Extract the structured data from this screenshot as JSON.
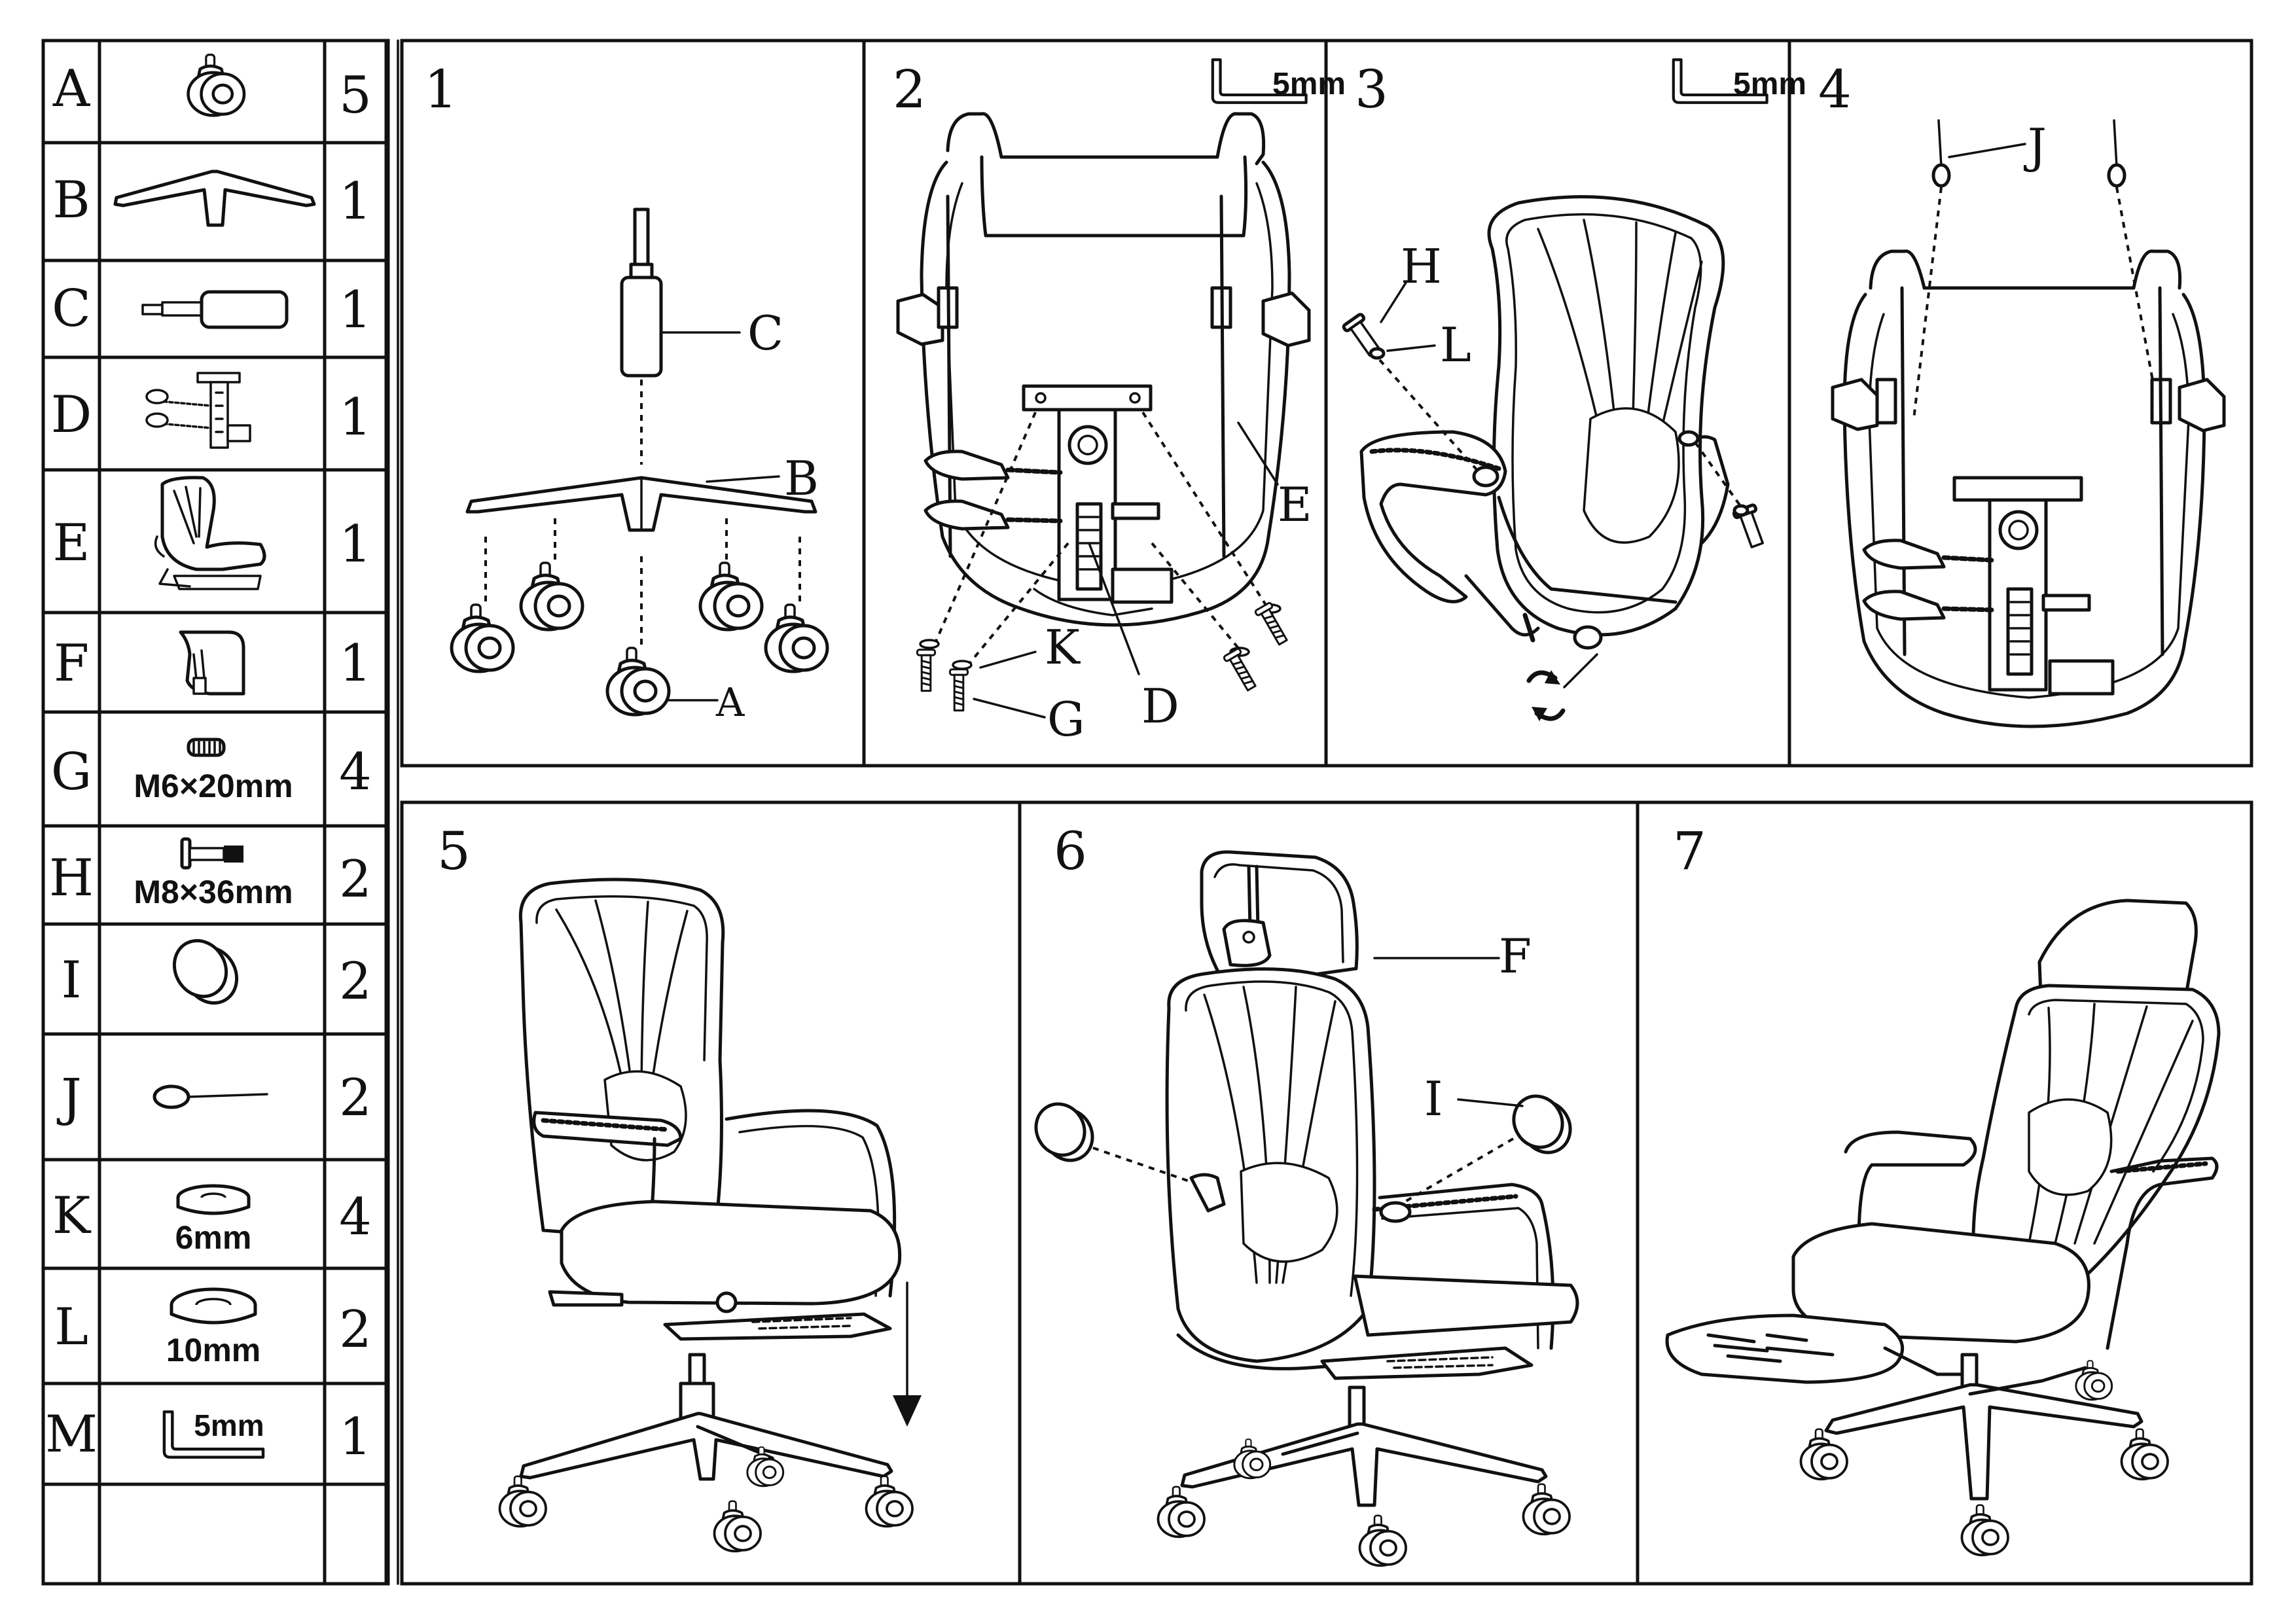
{
  "parts": [
    {
      "letter": "A",
      "qty": "5",
      "icon": "caster-wheel-icon",
      "spec": ""
    },
    {
      "letter": "B",
      "qty": "1",
      "icon": "chair-base-icon",
      "spec": ""
    },
    {
      "letter": "C",
      "qty": "1",
      "icon": "gas-cylinder-icon",
      "spec": ""
    },
    {
      "letter": "D",
      "qty": "1",
      "icon": "seat-mechanism-icon",
      "spec": ""
    },
    {
      "letter": "E",
      "qty": "1",
      "icon": "seat-backrest-icon",
      "spec": ""
    },
    {
      "letter": "F",
      "qty": "1",
      "icon": "headrest-icon",
      "spec": ""
    },
    {
      "letter": "G",
      "qty": "4",
      "icon": "screw-icon",
      "spec": "M6×20mm"
    },
    {
      "letter": "H",
      "qty": "2",
      "icon": "bolt-icon",
      "spec": "M8×36mm"
    },
    {
      "letter": "I",
      "qty": "2",
      "icon": "cover-cap-icon",
      "spec": ""
    },
    {
      "letter": "J",
      "qty": "2",
      "icon": "pin-icon",
      "spec": ""
    },
    {
      "letter": "K",
      "qty": "4",
      "icon": "washer-icon",
      "spec": "6mm"
    },
    {
      "letter": "L",
      "qty": "2",
      "icon": "washer-icon",
      "spec": "10mm"
    },
    {
      "letter": "M",
      "qty": "1",
      "icon": "allen-key-icon",
      "spec": "5mm"
    }
  ],
  "steps": [
    {
      "number": "1",
      "callouts": [
        "C",
        "B",
        "A"
      ],
      "tool": ""
    },
    {
      "number": "2",
      "callouts": [
        "E",
        "K",
        "G",
        "D"
      ],
      "tool": "5mm"
    },
    {
      "number": "3",
      "callouts": [
        "H",
        "L"
      ],
      "tool": "5mm"
    },
    {
      "number": "4",
      "callouts": [
        "J"
      ],
      "tool": ""
    },
    {
      "number": "5",
      "callouts": [],
      "tool": ""
    },
    {
      "number": "6",
      "callouts": [
        "F",
        "I"
      ],
      "tool": ""
    },
    {
      "number": "7",
      "callouts": [],
      "tool": ""
    }
  ]
}
